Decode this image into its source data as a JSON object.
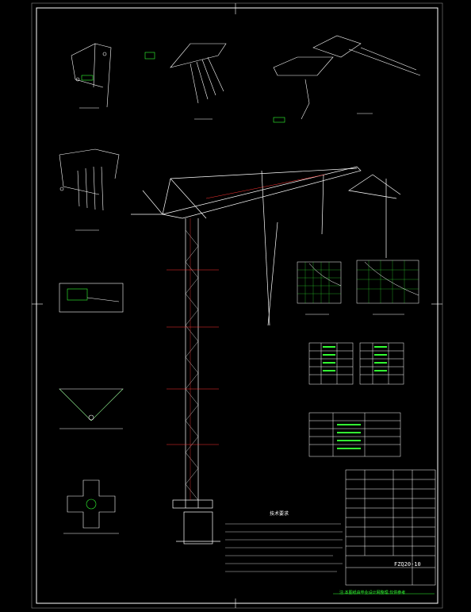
{
  "drawing": {
    "code": "FZQ20-10",
    "notes_title": "技术要求",
    "footer_note": "注:本图纸由毕业设计网整理,仅供参考",
    "colors": {
      "background": "#000000",
      "line": "#ffffff",
      "accent": "#33ff33",
      "marker": "#ff3333"
    }
  }
}
